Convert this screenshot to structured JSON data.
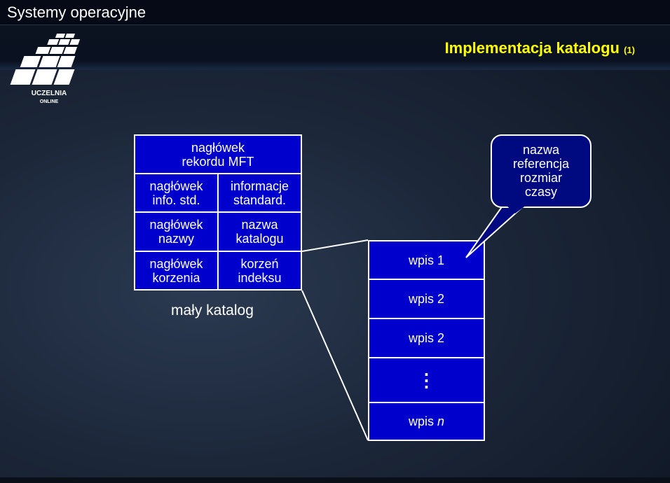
{
  "app_title": "Systemy operacyjne",
  "slide_title": "Implementacja katalogu",
  "slide_title_suffix": "(1)",
  "logo": {
    "line1": "UCZELNIA",
    "line2": "ONLINE"
  },
  "mft_table": {
    "header": "nagłówek\nrekordu MFT",
    "rows": [
      [
        "nagłówek\ninfo. std.",
        "informacje\nstandard."
      ],
      [
        "nagłówek\nnazwy",
        "nazwa\nkatalogu"
      ],
      [
        "nagłówek\nkorzenia",
        "korzeń\nindeksu"
      ]
    ],
    "caption": "mały katalog"
  },
  "entries": [
    "wpis 1",
    "wpis 2",
    "wpis 2",
    "⋮",
    "wpis n"
  ],
  "callout": "nazwa\nreferencja\nrozmiar\nczasy",
  "colors": {
    "cell": "#0000cc",
    "title": "#ffff00"
  }
}
